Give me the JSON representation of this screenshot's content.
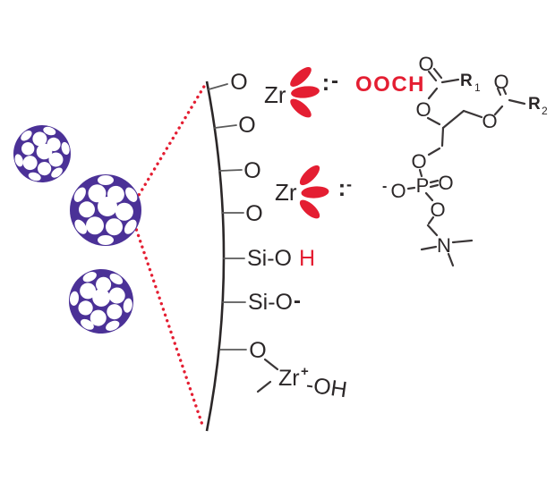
{
  "colors": {
    "particle_purple": "#4b3197",
    "accent_red": "#e41e32",
    "ink_black": "#2b2728"
  },
  "sym": {
    "lone_pair": ":",
    "minus": "-",
    "plus": "+"
  },
  "surface": {
    "oxygen": "O",
    "silanol": "Si-O",
    "silanol_h": "H",
    "siloxide": "Si-O",
    "zr": "Zr",
    "zr_hydroxyl": "-OH"
  },
  "zr_sites": {
    "zr": "Zr",
    "carboxylate": "OOCH"
  },
  "lipid": {
    "oxygen": "O",
    "phosphorus": "P",
    "nitrogen": "N",
    "r": "R",
    "r1_sub": "1",
    "r2_sub": "2"
  }
}
